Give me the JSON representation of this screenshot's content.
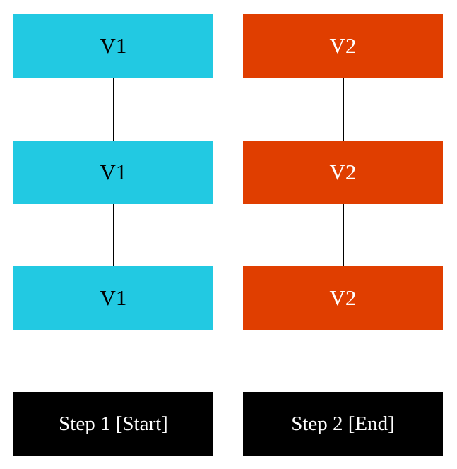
{
  "columns": [
    {
      "nodes": [
        "V1",
        "V1",
        "V1"
      ],
      "step_label": "Step 1 [Start]",
      "color": "#22c9e2",
      "text_color": "#000000"
    },
    {
      "nodes": [
        "V2",
        "V2",
        "V2"
      ],
      "step_label": "Step 2 [End]",
      "color": "#e03e00",
      "text_color": "#ffffff"
    }
  ],
  "step_box_color": "#000000"
}
